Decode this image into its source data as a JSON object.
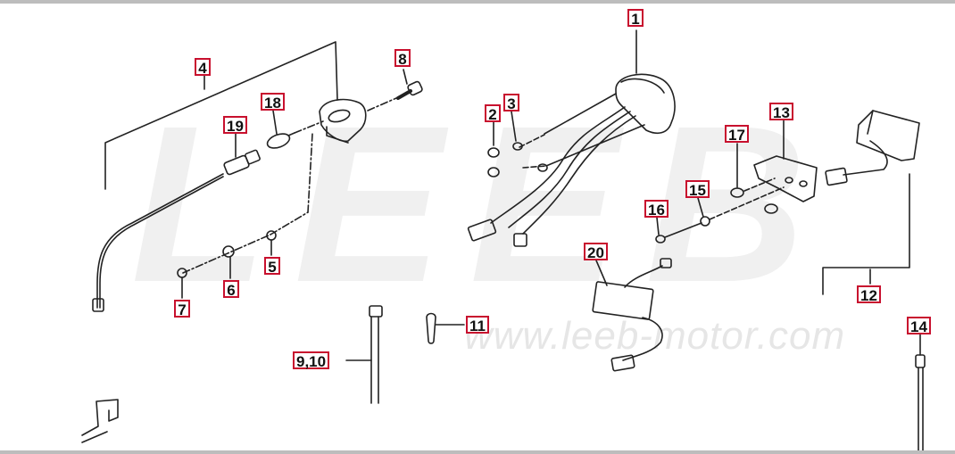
{
  "watermark": {
    "brand": "LEEB",
    "url": "www.leeb-motor.com"
  },
  "callouts": [
    "1",
    "2",
    "3",
    "4",
    "5",
    "6",
    "7",
    "8",
    "9,10",
    "11",
    "12",
    "13",
    "14",
    "15",
    "16",
    "17",
    "18",
    "19",
    "20"
  ],
  "colors": {
    "line": "#222222",
    "label_border": "#c8102e",
    "watermark": "#e6e6e6",
    "frame_bar": "#bdbdbd"
  }
}
